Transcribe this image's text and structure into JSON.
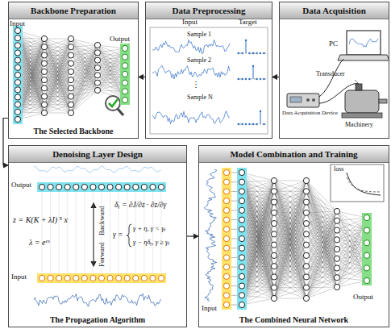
{
  "diagram": {
    "nodes": [
      {
        "text": [
          "Backbone Preparation",
          "The Selected Backbone"
        ]
      },
      {
        "text": [
          "Data Preprocessing"
        ]
      },
      {
        "text": [
          "Data Acquisition"
        ]
      },
      {
        "text": [
          "Denoising Layer Design",
          "The Propagation Algorithm"
        ]
      },
      {
        "text": [
          "Model Combination and Training",
          "The Combined Neural Network"
        ]
      }
    ],
    "edges": [
      {
        "from": 2,
        "to": 1,
        "arrow": "to"
      },
      {
        "from": 1,
        "to": 0,
        "arrow": "to"
      },
      {
        "from": 0,
        "to": 3,
        "arrow": "to"
      },
      {
        "from": 3,
        "to": 4,
        "arrow": "to"
      }
    ],
    "labels": [
      "Input",
      "Output",
      "Input",
      "Target",
      "Sample 1",
      "Sample 2",
      "⋮",
      "Sample N",
      "PC",
      "Transducer",
      "Data Acquisition Device",
      "Machinery",
      "Output",
      "Input",
      "Forward",
      "Backward",
      "z = K(K + λI)⁻¹ x",
      "λ = eᵉˢ",
      "δᵧ = ∂J/∂z · ∂z/∂γ",
      "γ =",
      "γ + η, γ < γₜ",
      "γ − ηδᵧ, γ ≥ γₜ",
      "loss",
      "Input",
      "Output"
    ]
  }
}
